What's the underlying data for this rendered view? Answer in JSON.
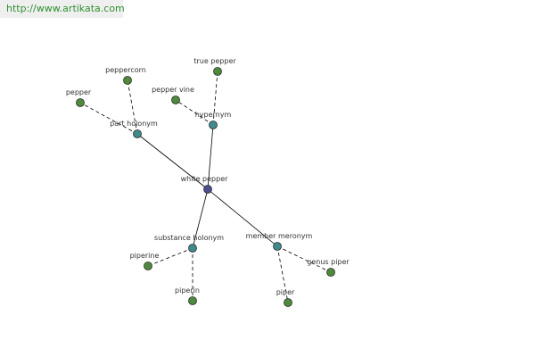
{
  "header": {
    "url": "http://www.artikata.com"
  },
  "colors": {
    "center": "#4a4f8f",
    "relation": "#3e8a8c",
    "leaf": "#4f8a3c",
    "banner_text": "#2f8f2f"
  },
  "graph": {
    "center": {
      "id": "white-pepper",
      "label": "white pepper"
    },
    "relations": [
      {
        "id": "part-holonym",
        "label": "part holonym",
        "terms": [
          "pepper",
          "peppercorn"
        ]
      },
      {
        "id": "hypernym",
        "label": "hypernym",
        "terms": [
          "pepper vine",
          "true pepper"
        ]
      },
      {
        "id": "substance-holonym",
        "label": "substance holonym",
        "terms": [
          "piperine",
          "piperin"
        ]
      },
      {
        "id": "member-meronym",
        "label": "member meronym",
        "terms": [
          "piper",
          "genus piper"
        ]
      }
    ]
  }
}
